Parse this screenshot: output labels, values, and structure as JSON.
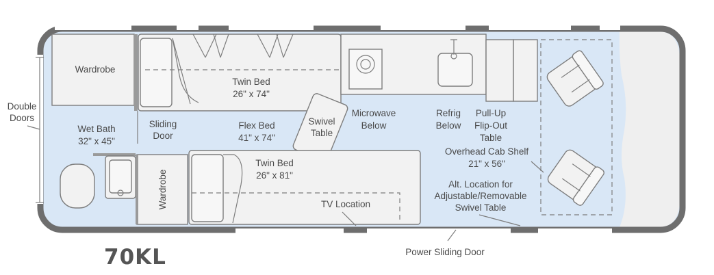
{
  "model_name": "70KL",
  "labels": {
    "wardrobe_top": "Wardrobe",
    "twin_bed_top_1": "Twin Bed",
    "twin_bed_top_2": "26\" x 74\"",
    "double_doors_1": "Double",
    "double_doors_2": "Doors",
    "wet_bath_1": "Wet Bath",
    "wet_bath_2": "32\" x 45\"",
    "sliding_door_1": "Sliding",
    "sliding_door_2": "Door",
    "flex_bed_1": "Flex Bed",
    "flex_bed_2": "41\" x 74\"",
    "swivel_table_1": "Swivel",
    "swivel_table_2": "Table",
    "microwave_1": "Microwave",
    "microwave_2": "Below",
    "refrig_1": "Refrig",
    "refrig_2": "Below",
    "pullup_1": "Pull-Up",
    "pullup_2": "Flip-Out",
    "pullup_3": "Table",
    "cab_shelf_1": "Overhead Cab Shelf",
    "cab_shelf_2": "21\" x 56\"",
    "wardrobe_bottom": "Wardrobe",
    "twin_bed_bottom_1": "Twin Bed",
    "twin_bed_bottom_2": "26\" x 81\"",
    "alt_location_1": "Alt. Location for",
    "alt_location_2": "Adjustable/Removable",
    "alt_location_3": "Swivel Table",
    "tv_location": "TV Location",
    "power_sliding_door": "Power Sliding Door"
  },
  "colors": {
    "floor": "#d9e7f6",
    "wall": "#6e6e6e",
    "furniture": "#f2f2f2",
    "cab": "#eeeeee",
    "text": "#4a4a4a"
  }
}
